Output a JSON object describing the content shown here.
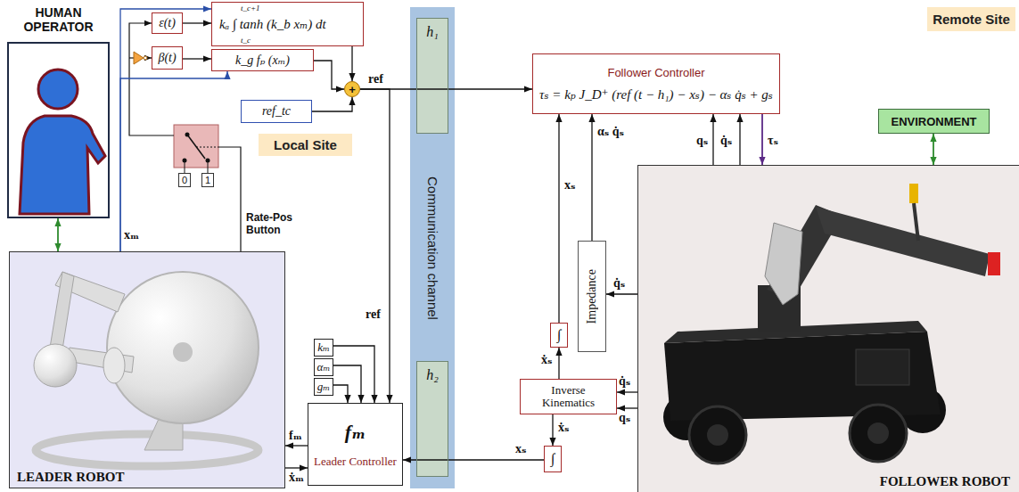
{
  "diagram": {
    "nodes": [
      {
        "text": [
          "HUMAN OPERATOR"
        ]
      },
      {
        "text": [
          "ε(t)"
        ]
      },
      {
        "text": [
          "kₐ ∫ tanh (k_b xₘ) dt",
          "t_c+1",
          "t_c"
        ]
      },
      {
        "text": [
          "β(t)"
        ]
      },
      {
        "text": [
          "k_g fₚ (xₘ)"
        ]
      },
      {
        "text": [
          "+"
        ]
      },
      {
        "text": [
          "ref_tc"
        ]
      },
      {
        "text": [
          "0"
        ]
      },
      {
        "text": [
          "1"
        ]
      },
      {
        "text": [
          "Local Site"
        ]
      },
      {
        "text": [
          "LEADER ROBOT"
        ]
      },
      {
        "text": [
          "kₘ"
        ]
      },
      {
        "text": [
          "αₘ"
        ]
      },
      {
        "text": [
          "gₘ"
        ]
      },
      {
        "text": [
          "fₘ",
          "Leader Controller"
        ]
      },
      {
        "text": [
          "Communication channel"
        ]
      },
      {
        "text": [
          "h₁"
        ],
        "in": 15
      },
      {
        "text": [
          "h₂"
        ],
        "in": 15
      },
      {
        "text": [
          "Remote Site"
        ]
      },
      {
        "text": [
          "Follower Controller",
          "τₛ = kₚ J_D⁺ (ref (t − h₁) − xₛ) − αₛ q̇ₛ + gₛ"
        ]
      },
      {
        "text": [
          "ENVIRONMENT"
        ]
      },
      {
        "text": [
          "FOLLOWER ROBOT"
        ]
      },
      {
        "text": [
          "Impedance"
        ]
      },
      {
        "text": [
          "Inverse Kinematics"
        ]
      },
      {
        "text": [
          "∫"
        ]
      },
      {
        "text": [
          "∫"
        ]
      }
    ],
    "edges": [
      {
        "from": 0,
        "to": 10,
        "arrow": "both"
      },
      {
        "from": 10,
        "to": 2,
        "label": "xₘ",
        "arrow": "to"
      },
      {
        "from": 10,
        "to": 4,
        "arrow": "to"
      },
      {
        "from": 1,
        "to": 2,
        "arrow": "to"
      },
      {
        "from": 3,
        "to": 4,
        "arrow": "to"
      },
      {
        "from": 2,
        "to": 5,
        "arrow": "to"
      },
      {
        "from": 4,
        "to": 5,
        "arrow": "to"
      },
      {
        "from": 6,
        "to": 5,
        "arrow": "to"
      },
      {
        "from": 5,
        "to": 19,
        "label": "ref",
        "arrow": "to"
      },
      {
        "from": 5,
        "to": 14,
        "label": "ref",
        "arrow": "to"
      },
      {
        "from": 11,
        "to": 14,
        "arrow": "to"
      },
      {
        "from": 12,
        "to": 14,
        "arrow": "to"
      },
      {
        "from": 13,
        "to": 14,
        "arrow": "to"
      },
      {
        "from": 14,
        "to": 10,
        "label": "fₘ",
        "arrow": "to"
      },
      {
        "from": 10,
        "to": 14,
        "label": "ẋₘ",
        "arrow": "to"
      },
      {
        "from": 19,
        "to": 21,
        "label": "τₛ",
        "arrow": "to"
      },
      {
        "from": 21,
        "to": 19,
        "label": "qₛ",
        "arrow": "to"
      },
      {
        "from": 21,
        "to": 19,
        "label": "q̇ₛ",
        "arrow": "to"
      },
      {
        "from": 20,
        "to": 21,
        "arrow": "both"
      },
      {
        "from": 21,
        "to": 22,
        "label": "q̇ₛ",
        "arrow": "to"
      },
      {
        "from": 22,
        "to": 19,
        "label": "αₛ q̇ₛ",
        "arrow": "to"
      },
      {
        "from": 21,
        "to": 23,
        "label": "q̇ₛ",
        "arrow": "to"
      },
      {
        "from": 21,
        "to": 23,
        "label": "qₛ",
        "arrow": "to"
      },
      {
        "from": 23,
        "to": 24,
        "label": "ẋₛ",
        "arrow": "to"
      },
      {
        "from": 24,
        "to": 19,
        "label": "xₛ",
        "arrow": "to"
      },
      {
        "from": 23,
        "to": 25,
        "label": "ẋₛ",
        "arrow": "to"
      },
      {
        "from": 25,
        "to": 14,
        "label": "xₛ",
        "arrow": "to"
      }
    ],
    "labels": [
      "Rate-Pos Button"
    ]
  }
}
